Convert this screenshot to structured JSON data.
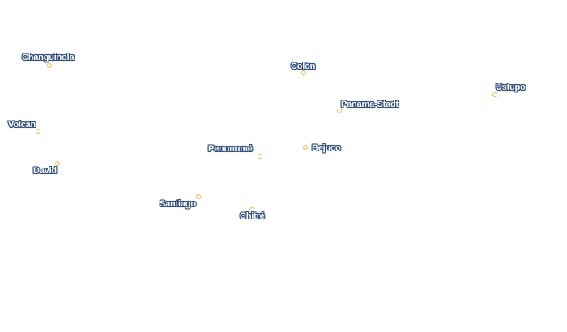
{
  "map": {
    "marker_color": "#f5b841",
    "label_color": "#ffffff",
    "label_halo_color": "#2d4d7c",
    "places": [
      {
        "id": "changuinola",
        "name": "Changuinola"
      },
      {
        "id": "colon",
        "name": "Colón"
      },
      {
        "id": "ustupo",
        "name": "Ustupo"
      },
      {
        "id": "panama-stadt",
        "name": "Panama-Stadt"
      },
      {
        "id": "volcan",
        "name": "Volcan"
      },
      {
        "id": "penonome",
        "name": "Penonomé"
      },
      {
        "id": "bejuco",
        "name": "Bejuco"
      },
      {
        "id": "david",
        "name": "David"
      },
      {
        "id": "santiago",
        "name": "Santiago"
      },
      {
        "id": "chitre",
        "name": "Chitré"
      }
    ]
  }
}
